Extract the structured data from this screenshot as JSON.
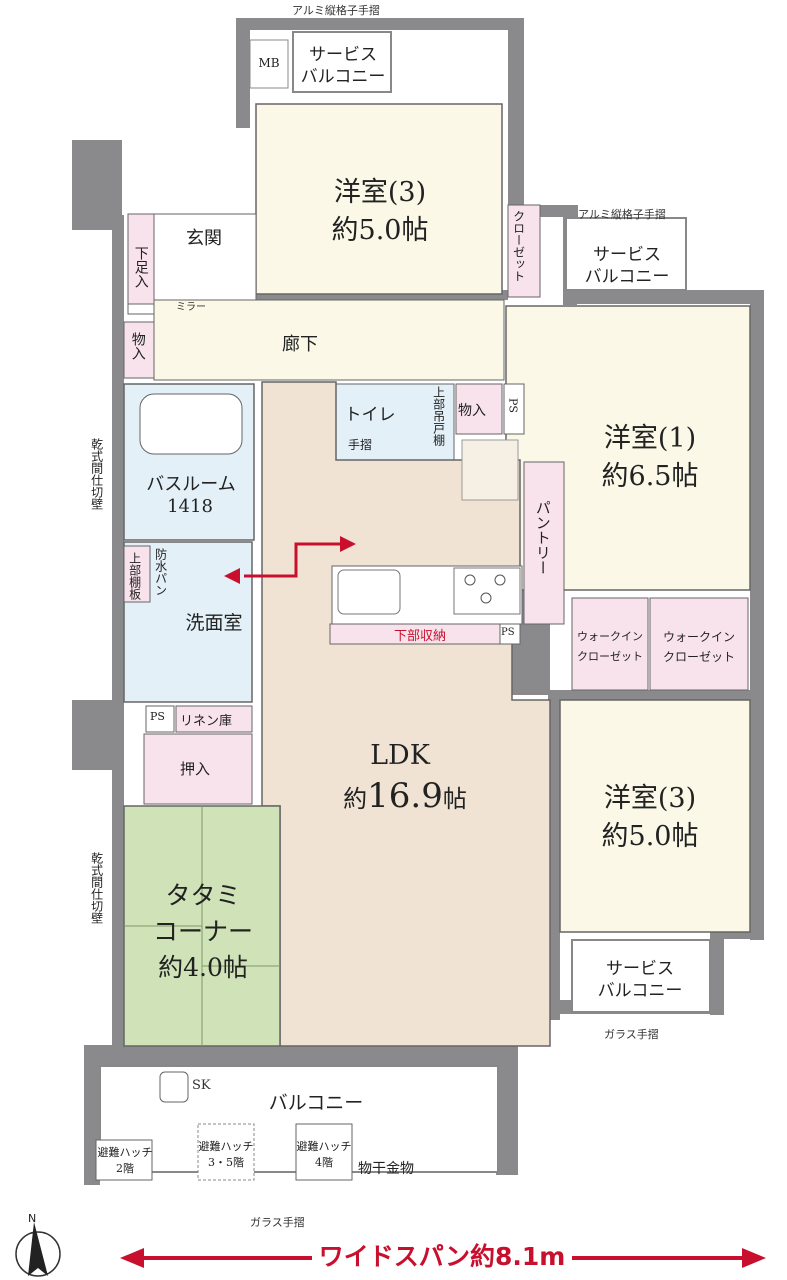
{
  "rooms": {
    "western3_top": {
      "name": "洋室(3)",
      "size": "約5.0帖"
    },
    "western1": {
      "name": "洋室(1)",
      "size": "約6.5帖"
    },
    "western3_right": {
      "name": "洋室(3)",
      "size": "約5.0帖"
    },
    "ldk": {
      "name": "LDK",
      "size_prefix": "約",
      "size_value": "16.9",
      "size_suffix": "帖"
    },
    "tatami": {
      "line1": "タタミ",
      "line2": "コーナー",
      "size": "約4.0帖"
    },
    "bathroom": {
      "name": "バスルーム",
      "size": "1418"
    },
    "washroom": "洗面室",
    "toilet": "トイレ",
    "entrance": "玄関",
    "hallway": "廊下"
  },
  "labels": {
    "mb": "MB",
    "service_balcony_top": {
      "line1": "サービス",
      "line2": "バルコニー"
    },
    "service_balcony_right": {
      "line1": "サービス",
      "line2": "バルコニー"
    },
    "service_balcony_bottom": {
      "line1": "サービス",
      "line2": "バルコニー"
    },
    "alum_rail_top": "アルミ縦格子手摺",
    "alum_rail_right": "アルミ縦格子手摺",
    "closet": "クローゼット",
    "shoe_box": "下足入",
    "mirror": "ミラー",
    "storage1": "物入",
    "storage2": "物入",
    "ps1": "PS",
    "ps2": "PS",
    "ps3": "PS",
    "upper_shelf1": "上部吊戸棚",
    "handrail": "手摺",
    "pantry": "パントリー",
    "walkin1": {
      "line1": "ウォークイン",
      "line2": "クローゼット"
    },
    "walkin2": {
      "line1": "ウォークイン",
      "line2": "クローゼット"
    },
    "lower_storage": "下部収納",
    "waterproof_pan": "防水パン",
    "upper_shelf2": "上部棚板",
    "linen": "リネン庫",
    "oshiire": "押入",
    "dry_wall1": "乾式間仕切壁",
    "dry_wall2": "乾式間仕切壁",
    "balcony": "バルコニー",
    "sk": "SK",
    "hatch_2f": {
      "line1": "避難ハッチ",
      "line2": "2階"
    },
    "hatch_35f": {
      "line1": "避難ハッチ",
      "line2": "3・5階"
    },
    "hatch_4f": {
      "line1": "避難ハッチ",
      "line2": "4階"
    },
    "clothes_pole": "物干金物",
    "glass_rail_bottom": "ガラス手摺",
    "glass_rail_right": "ガラス手摺",
    "north": "N",
    "wide_span": "ワイドスパン約8.1m"
  },
  "colors": {
    "wall": "#8a8a8d",
    "ldk": "#f0e3d3",
    "bedroom": "#fbf8e7",
    "storage": "#f8e3ec",
    "wet": "#e3f0f8",
    "tatami": "#cfe2b8",
    "balcony": "#ffffff",
    "accent": "#c8102e"
  }
}
